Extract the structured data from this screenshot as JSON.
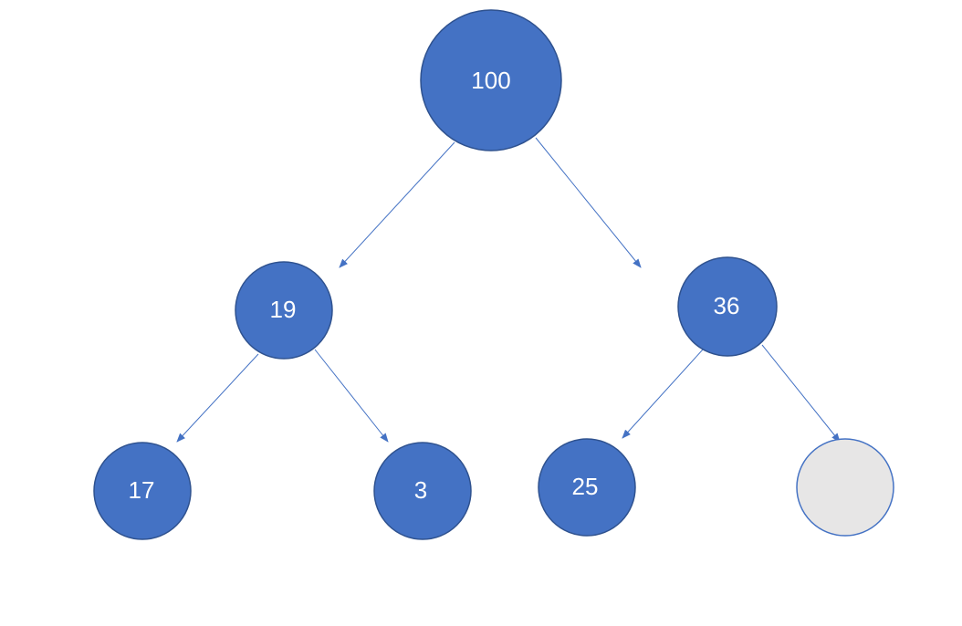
{
  "colors": {
    "node_fill": "#4472C4",
    "node_stroke": "#2F528F",
    "empty_fill": "#E7E6E6",
    "empty_stroke": "#4472C4",
    "edge": "#4472C4"
  },
  "tree": {
    "root": "100",
    "level1": [
      "19",
      "36"
    ],
    "level2": [
      "17",
      "3",
      "25",
      ""
    ]
  }
}
